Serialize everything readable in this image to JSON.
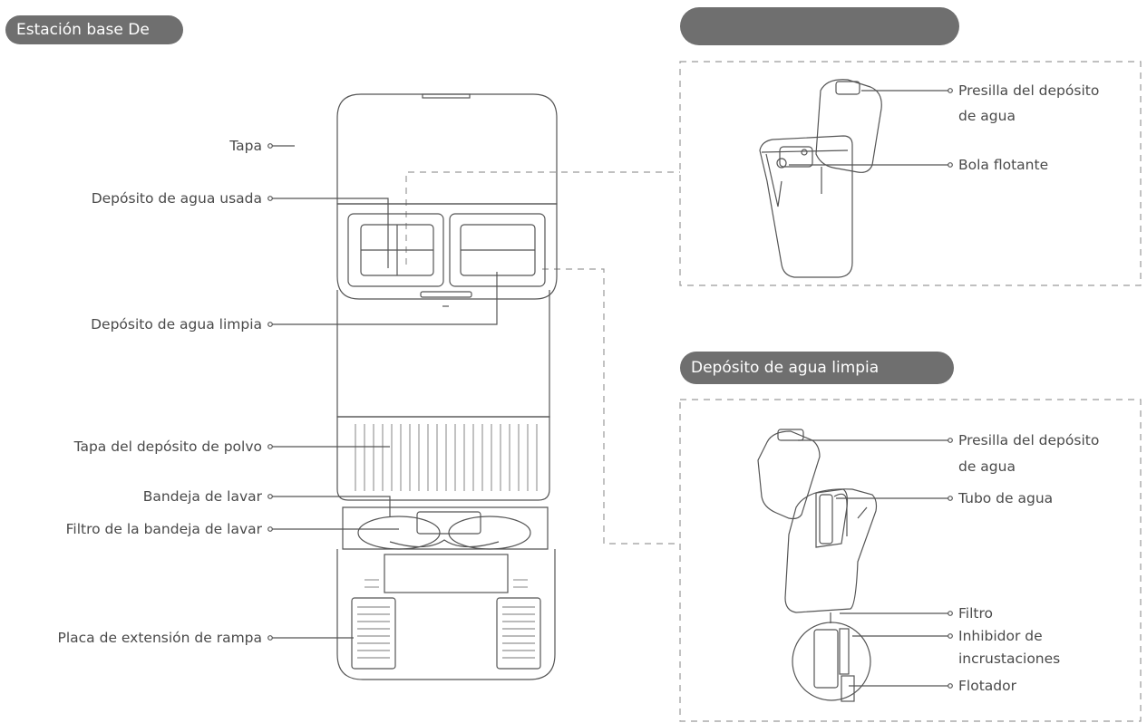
{
  "headers": {
    "left": "Estación base De",
    "top_right": "",
    "bottom_right": "Depósito de agua limpia"
  },
  "base_labels": {
    "lid": "Tapa",
    "dirty_tank": "Depósito de agua usada",
    "clean_tank": "Depósito de agua limpia",
    "dust_cover": "Tapa del depósito de polvo",
    "wash_tray": "Bandeja de lavar",
    "wash_filter": "Filtro de la bandeja de lavar",
    "ramp": "Placa de extensión de rampa"
  },
  "dirty_tank_labels": {
    "clip_line1": "Presilla del depósito",
    "clip_line2": "de agua",
    "float_ball": "Bola flotante"
  },
  "clean_tank_labels": {
    "clip_line1": "Presilla del depósito",
    "clip_line2": "de agua",
    "water_tube": "Tubo de agua",
    "filter": "Filtro",
    "inhibitor_line1": "Inhibidor de",
    "inhibitor_line2": "incrustaciones",
    "floater": "Flotador"
  },
  "colors": {
    "pill_bg": "#6f6f6f",
    "line": "#555555",
    "dash": "#9a9a9a"
  }
}
